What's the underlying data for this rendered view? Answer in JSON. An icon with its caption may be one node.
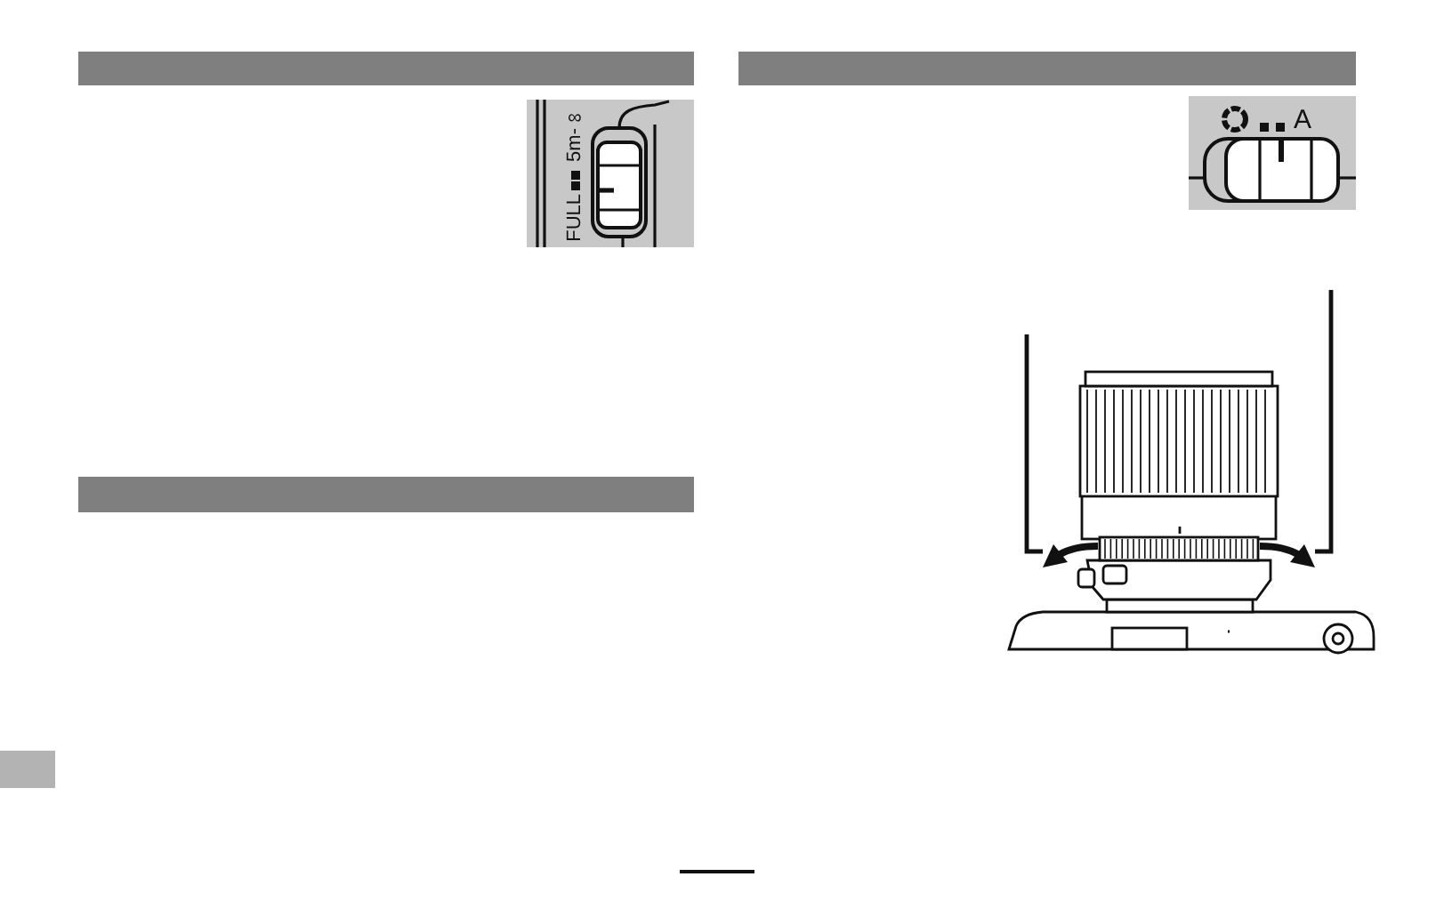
{
  "diagram": {
    "labels": [
      "FULL",
      "5m-∞",
      "A"
    ]
  }
}
